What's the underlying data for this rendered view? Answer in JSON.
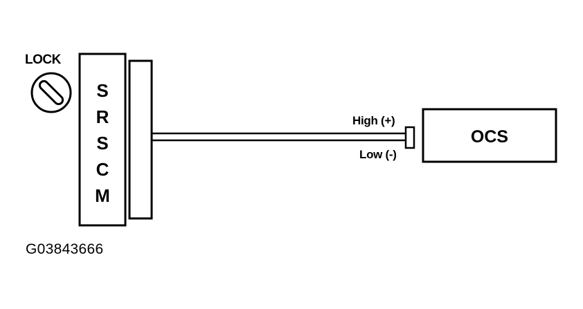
{
  "lock": {
    "label": "LOCK"
  },
  "module": {
    "letters": [
      "S",
      "R",
      "S",
      "C",
      "M"
    ]
  },
  "connector": {
    "high_label": "High (+)",
    "low_label": "Low (-)"
  },
  "ocs": {
    "label": "OCS"
  },
  "figure": {
    "id": "G03843666"
  },
  "colors": {
    "ink": "#000000",
    "background": "#ffffff"
  }
}
